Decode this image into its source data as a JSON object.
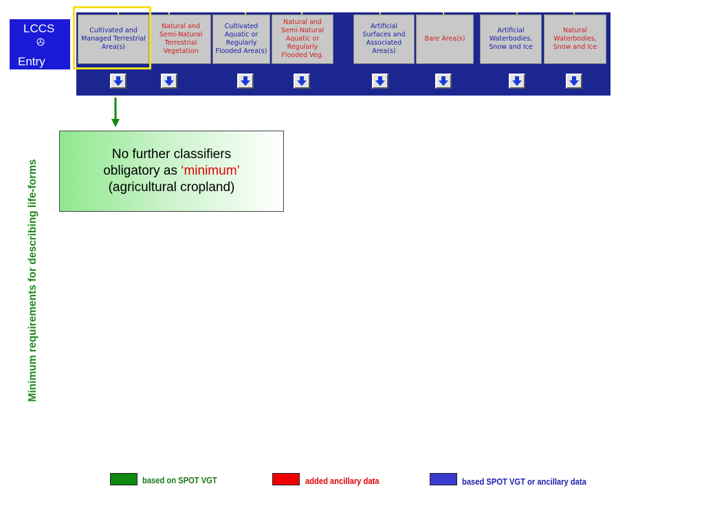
{
  "lccs": {
    "line1": "LCCS",
    "icon": "crosshair-icon",
    "line3": "Entry"
  },
  "buttons": [
    {
      "label": "Cultivated and Managed Terrestrial Area(s)",
      "color": "blue"
    },
    {
      "label": "Natural and Semi-Natural Terrestrial Vegetation",
      "color": "red"
    },
    {
      "label": "Cultivated Aquatic or Regularly Flooded Area(s)",
      "color": "blue"
    },
    {
      "label": "Natural and Semi-Natural Aquatic or Regularly Flooded Veg.",
      "color": "red"
    },
    {
      "label": "Artificial Surfaces and Associated Area(s)",
      "color": "blue"
    },
    {
      "label": "Bare Area(s)",
      "color": "red"
    },
    {
      "label": "Artificial Waterbodies, Snow and Ice",
      "color": "blue"
    },
    {
      "label": "Natural Waterbodies, Snow and Ice",
      "color": "red"
    }
  ],
  "selected_index": 0,
  "result_box": {
    "line1": "No further classifiers",
    "line2_prefix": "obligatory as ",
    "highlight": "‘minimum’",
    "line3": "(agricultural cropland)"
  },
  "side_label": "Minimum requirements for describing life-forms",
  "legend": [
    {
      "label": "based on SPOT VGT",
      "color": "#0f8a0f",
      "text_color": "#1a7a1a"
    },
    {
      "label": "added ancillary data",
      "color": "#ee0000",
      "text_color": "#e00000"
    },
    {
      "label": "based SPOT VGT or ancillary data",
      "color": "#3a3ad0",
      "text_color": "#2020b0"
    }
  ],
  "colors": {
    "band": "#1c2690",
    "lccs_box": "#1a1ad8",
    "selection_frame": "#f5e020",
    "button_face": "#c8c8c8"
  }
}
